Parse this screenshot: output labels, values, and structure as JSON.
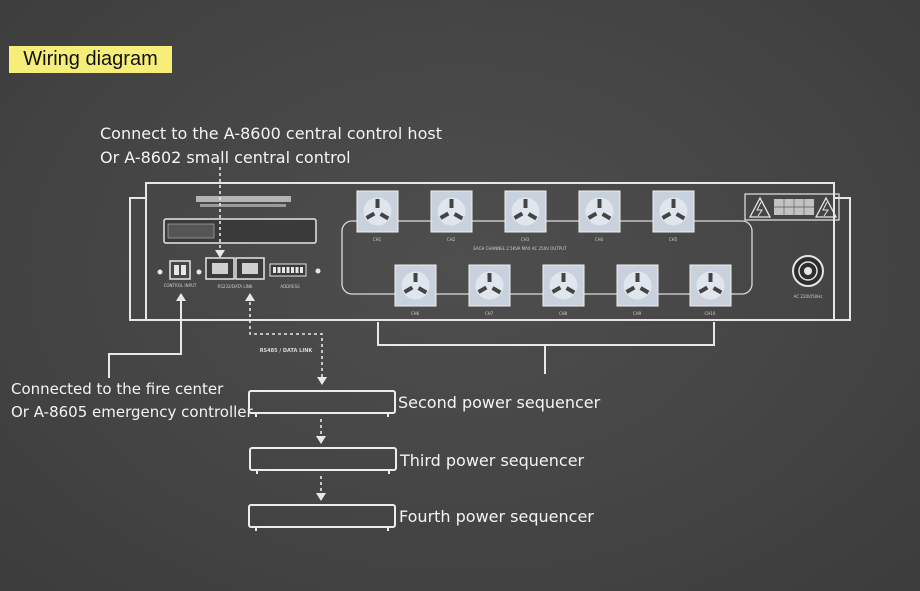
{
  "title": "Wiring diagram",
  "notes": {
    "central_line1": "Connect to the A-8600 central control host",
    "central_line2": "Or A-8602 small central control",
    "fire_line1": "Connected to the fire center",
    "fire_line2": "Or A-8605 emergency controller"
  },
  "sequencers": [
    "Second power sequencer",
    "Third power sequencer",
    "Fourth power sequencer"
  ],
  "panel": {
    "control_input_label": "CONTROL INPUT",
    "rs232_label": "RS232/DATA LINK",
    "address_label": "ADDRESS",
    "output_label": "EACH CHANNEL 2.5KVA MAX AC 250V OUTPUT",
    "power_label": "AC 220V/50Hz",
    "cascade_label": "RS485 / DATA LINK",
    "top_outlet_labels": [
      "CH1",
      "CH2",
      "CH3",
      "CH4",
      "CH5"
    ],
    "bottom_outlet_labels": [
      "CH6",
      "CH7",
      "CH8",
      "CH9",
      "CH10"
    ]
  },
  "colors": {
    "background": "#474747",
    "badge": "#f7ee7a",
    "line": "#e8e8e8",
    "outlet_face": "#c9d2dc"
  },
  "icons": [
    "hazard-icon",
    "power-socket-icon",
    "rj45-port-icon",
    "dip-switch-icon",
    "outlet-icon"
  ]
}
